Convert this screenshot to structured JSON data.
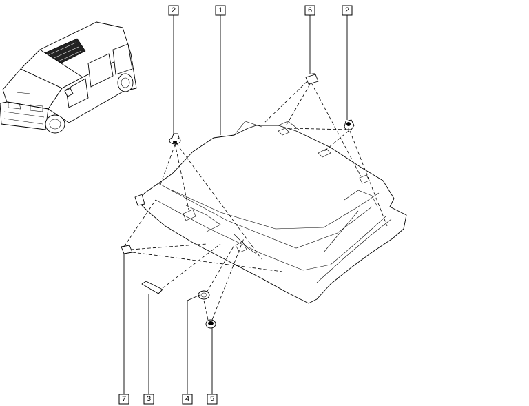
{
  "callouts": [
    {
      "id": "c1",
      "label": "1"
    },
    {
      "id": "c2a",
      "label": "2"
    },
    {
      "id": "c2b",
      "label": "2"
    },
    {
      "id": "c3",
      "label": "3"
    },
    {
      "id": "c4",
      "label": "4"
    },
    {
      "id": "c5",
      "label": "5"
    },
    {
      "id": "c6",
      "label": "6"
    },
    {
      "id": "c7",
      "label": "7"
    }
  ]
}
